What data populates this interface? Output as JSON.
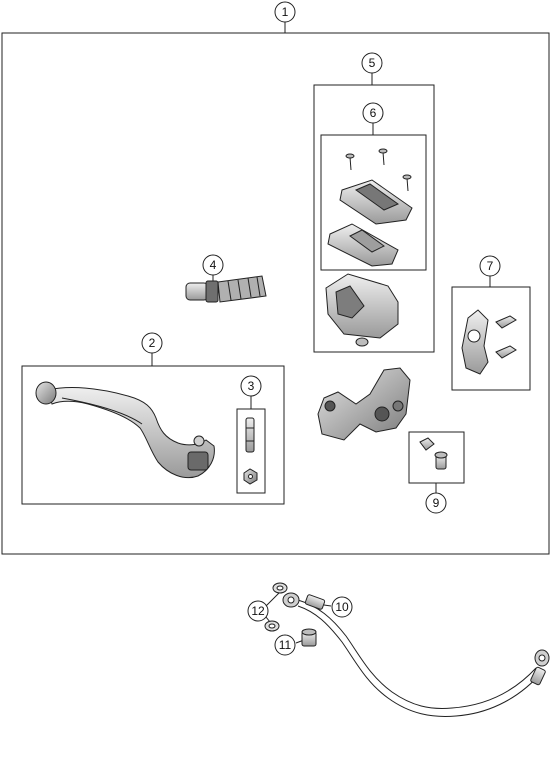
{
  "callouts": [
    {
      "label": "1"
    },
    {
      "label": "2"
    },
    {
      "label": "3"
    },
    {
      "label": "4"
    },
    {
      "label": "5"
    },
    {
      "label": "6"
    },
    {
      "label": "7"
    },
    {
      "label": "9"
    },
    {
      "label": "10"
    },
    {
      "label": "11"
    },
    {
      "label": "12"
    }
  ],
  "colors": {
    "line": "#222222",
    "part_fill": "#d9d9d9",
    "part_dark": "#8c8c8c",
    "background": "#ffffff"
  }
}
